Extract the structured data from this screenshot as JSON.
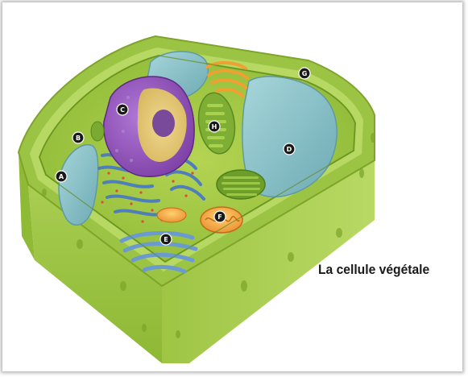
{
  "caption": "La cellule végétale",
  "labels": [
    "A",
    "B",
    "C",
    "D",
    "E",
    "F",
    "G",
    "H"
  ],
  "colors": {
    "wall_light": "#b4d45e",
    "wall_mid": "#98c23c",
    "wall_dark": "#6f9a22",
    "cytoplasm": "#a8cc48",
    "vacuole": "#86c2c8",
    "nucleus_envelope": "#9458b8",
    "nucleolus": "#7a4a9a",
    "er": "#5a86c0",
    "golgi": "#6a9ad0",
    "chloroplast": "#88b83a",
    "mitochondrion": "#f0a040",
    "marker_fill": "#1a1a1a",
    "marker_text": "#ffffff"
  }
}
